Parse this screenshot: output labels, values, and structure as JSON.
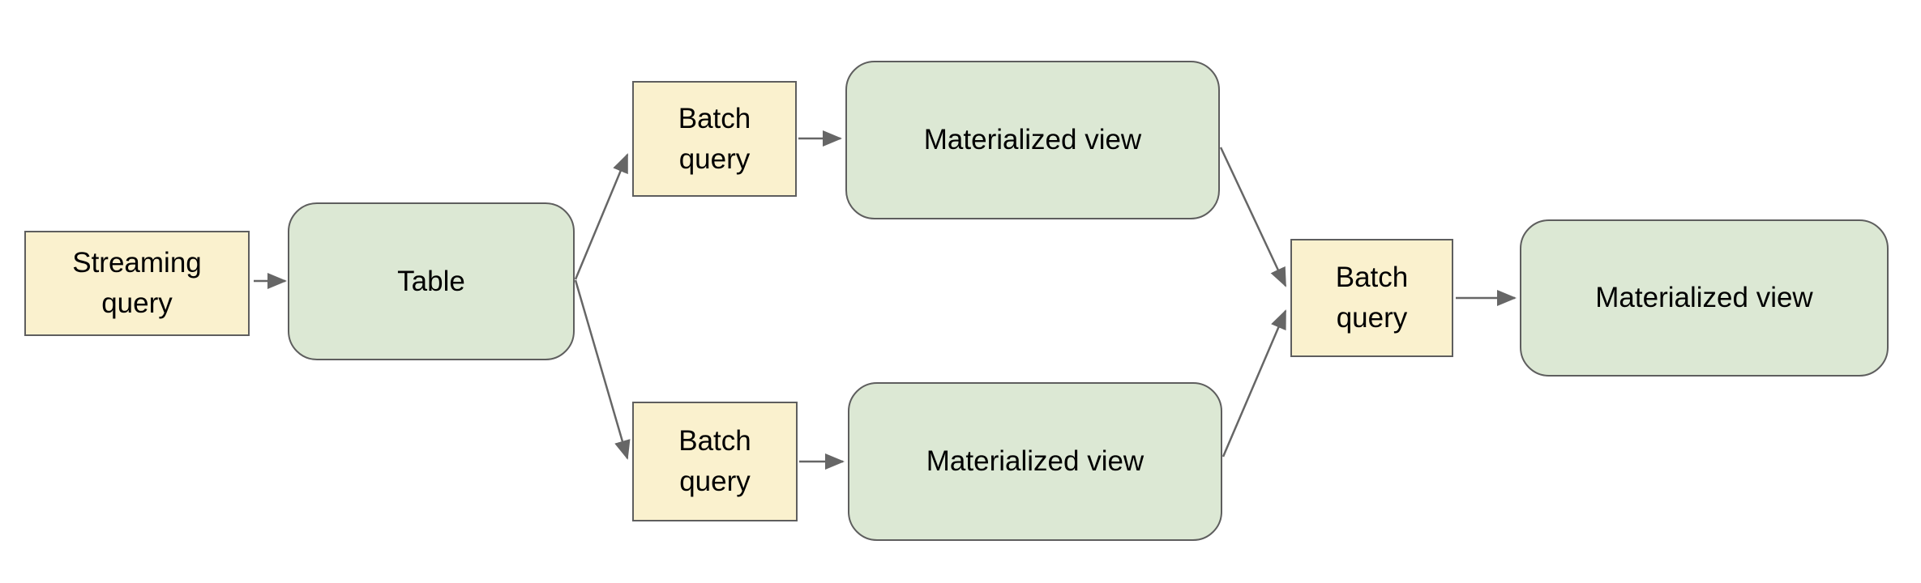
{
  "diagram": {
    "background": "#ffffff",
    "colors": {
      "query_fill": "#faf1ce",
      "view_fill": "#dce8d4",
      "shape_border": "#5e5e5e",
      "arrow": "#666666",
      "text": "#000000"
    },
    "nodes": [
      {
        "id": "streaming-query",
        "label": "Streaming query",
        "type": "query"
      },
      {
        "id": "table",
        "label": "Table",
        "type": "table"
      },
      {
        "id": "batch-query-top",
        "label": "Batch query",
        "type": "query"
      },
      {
        "id": "materialized-view-top",
        "label": "Materialized view",
        "type": "materialized-view"
      },
      {
        "id": "batch-query-bottom",
        "label": "Batch query",
        "type": "query"
      },
      {
        "id": "materialized-view-bottom",
        "label": "Materialized view",
        "type": "materialized-view"
      },
      {
        "id": "batch-query-center",
        "label": "Batch query",
        "type": "query"
      },
      {
        "id": "materialized-view-final",
        "label": "Materialized view",
        "type": "materialized-view"
      }
    ],
    "edges": [
      {
        "from": "streaming-query",
        "to": "table"
      },
      {
        "from": "table",
        "to": "batch-query-top"
      },
      {
        "from": "table",
        "to": "batch-query-bottom"
      },
      {
        "from": "batch-query-top",
        "to": "materialized-view-top"
      },
      {
        "from": "batch-query-bottom",
        "to": "materialized-view-bottom"
      },
      {
        "from": "materialized-view-top",
        "to": "batch-query-center"
      },
      {
        "from": "materialized-view-bottom",
        "to": "batch-query-center"
      },
      {
        "from": "batch-query-center",
        "to": "materialized-view-final"
      }
    ]
  }
}
